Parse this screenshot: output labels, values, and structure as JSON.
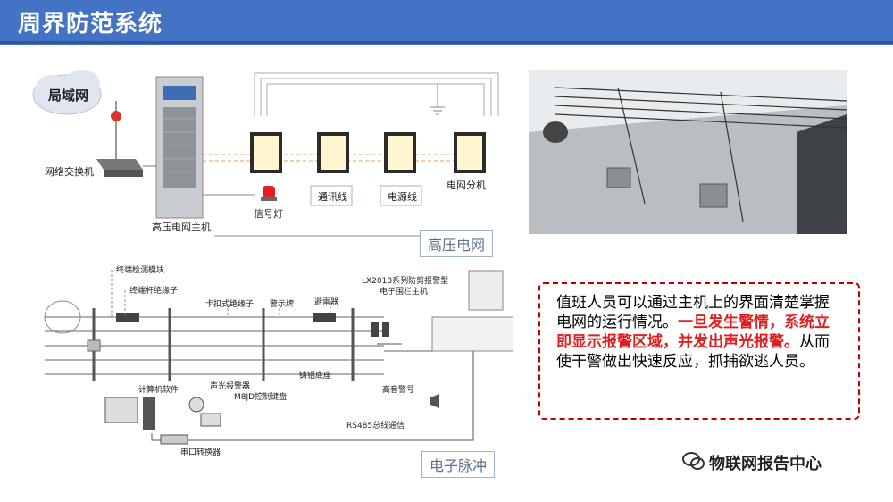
{
  "header": {
    "title": "周界防范系统"
  },
  "diagram_top": {
    "cloud": "局域网",
    "switch": "网络交换机",
    "host": "高压电网主机",
    "signal": "信号灯",
    "comm": "通讯线",
    "power": "电源线",
    "branch": "电网分机",
    "caption": "高压电网"
  },
  "diagram_bottom": {
    "end_module": "终端检测模块",
    "end_insulator": "终端杆绝缘子",
    "clip_insulator": "卡扣式绝缘子",
    "warning_sign": "警示牌",
    "arrester": "避雷器",
    "lx2018_1": "LX2018系列防剪报警型",
    "lx2018_2": "电子围栏主机",
    "base": "铸铝底座",
    "software": "计算机软件",
    "alarm": "声光报警器",
    "keypad": "M8JD控制键盘",
    "horn": "高音警号",
    "rs485": "RS485总线通信",
    "converter": "串口转换器",
    "caption": "电子脉冲"
  },
  "textbox": {
    "part1": "值班人员可以通过主机上的界面清楚掌握电网的运行情况。",
    "part2": "一旦发生警情，系统立即显示报警区域，并发出声光报警。",
    "part3": "从而使干警做出快速反应，抓捕欲逃人员。"
  },
  "watermark": {
    "text": "物联网报告中心"
  }
}
